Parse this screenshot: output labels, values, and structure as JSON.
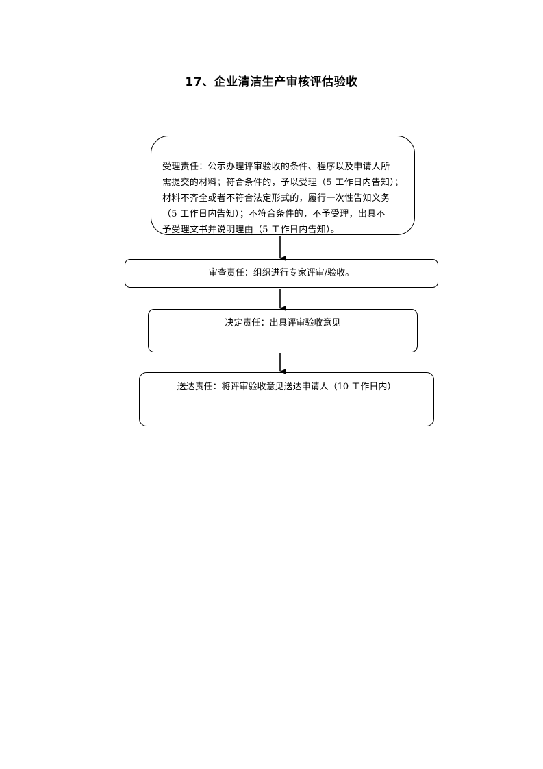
{
  "document": {
    "title": "17、企业清洁生产审核评估验收"
  },
  "flowchart": {
    "steps": [
      {
        "id": "accept",
        "text": "受理责任：公示办理评审验收的条件、程序以及申请人所\n需提交的材料；符合条件的，予以受理（5 工作日内告知）；\n材料不齐全或者不符合法定形式的，履行一次性告知义务\n（5 工作日内告知）；不符合条件的，不予受理，出具不\n予受理文书并说明理由（5 工作日内告知）。"
      },
      {
        "id": "review",
        "text": "审查责任：组织进行专家评审/验收。"
      },
      {
        "id": "decide",
        "text": "决定责任：出具评审验收意见"
      },
      {
        "id": "deliver",
        "text": "送达责任：将评审验收意见送达申请人（10 工作日内）"
      }
    ],
    "colors": {
      "stroke": "#000000",
      "background": "#ffffff"
    }
  }
}
